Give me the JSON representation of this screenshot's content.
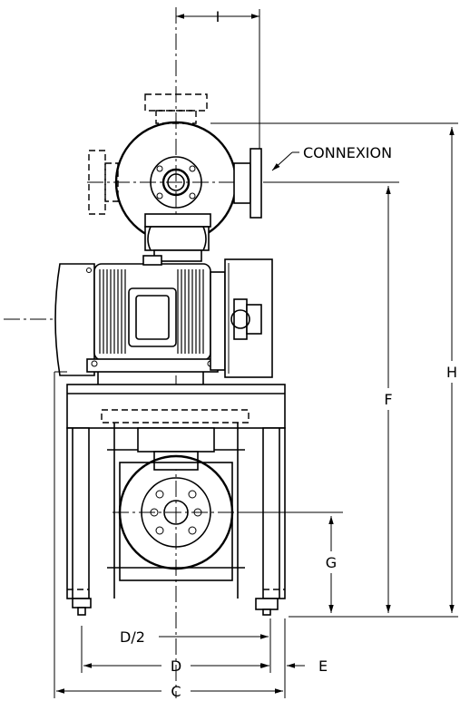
{
  "drawing": {
    "labels": {
      "connexion": "CONNEXION",
      "I": "I",
      "H": "H",
      "F": "F",
      "G": "G",
      "D_half": "D/2",
      "D": "D",
      "E": "E",
      "C": "C"
    }
  }
}
